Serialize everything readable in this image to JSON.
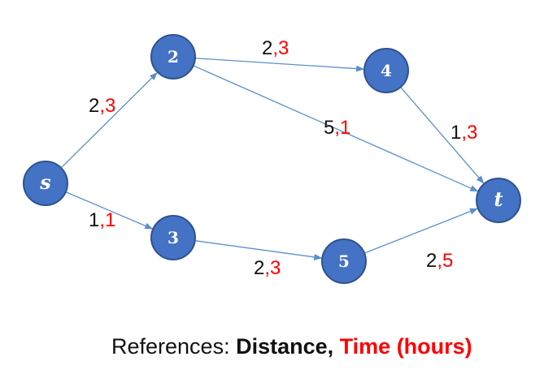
{
  "colors": {
    "node_fill": "#4472c4",
    "node_stroke": "#2f528f",
    "edge": "#5b8fcb",
    "distance_text": "#111111",
    "time_text": "#ff0000"
  },
  "nodes": [
    {
      "id": "s",
      "label": "s",
      "italic": true
    },
    {
      "id": "2",
      "label": "2",
      "italic": false
    },
    {
      "id": "3",
      "label": "3",
      "italic": false
    },
    {
      "id": "4",
      "label": "4",
      "italic": false
    },
    {
      "id": "5",
      "label": "5",
      "italic": false
    },
    {
      "id": "t",
      "label": "t",
      "italic": true
    }
  ],
  "edges": [
    {
      "from": "s",
      "to": "2",
      "distance": "2",
      "time": "3"
    },
    {
      "from": "s",
      "to": "3",
      "distance": "1",
      "time": "1"
    },
    {
      "from": "2",
      "to": "4",
      "distance": "2",
      "time": "3"
    },
    {
      "from": "2",
      "to": "t",
      "distance": "5",
      "time": "1"
    },
    {
      "from": "3",
      "to": "5",
      "distance": "2",
      "time": "3"
    },
    {
      "from": "4",
      "to": "t",
      "distance": "1",
      "time": "3"
    },
    {
      "from": "5",
      "to": "t",
      "distance": "2",
      "time": "5"
    }
  ],
  "legend": {
    "prefix": "References: ",
    "distance": "Distance,",
    "time": "Time (hours)"
  }
}
